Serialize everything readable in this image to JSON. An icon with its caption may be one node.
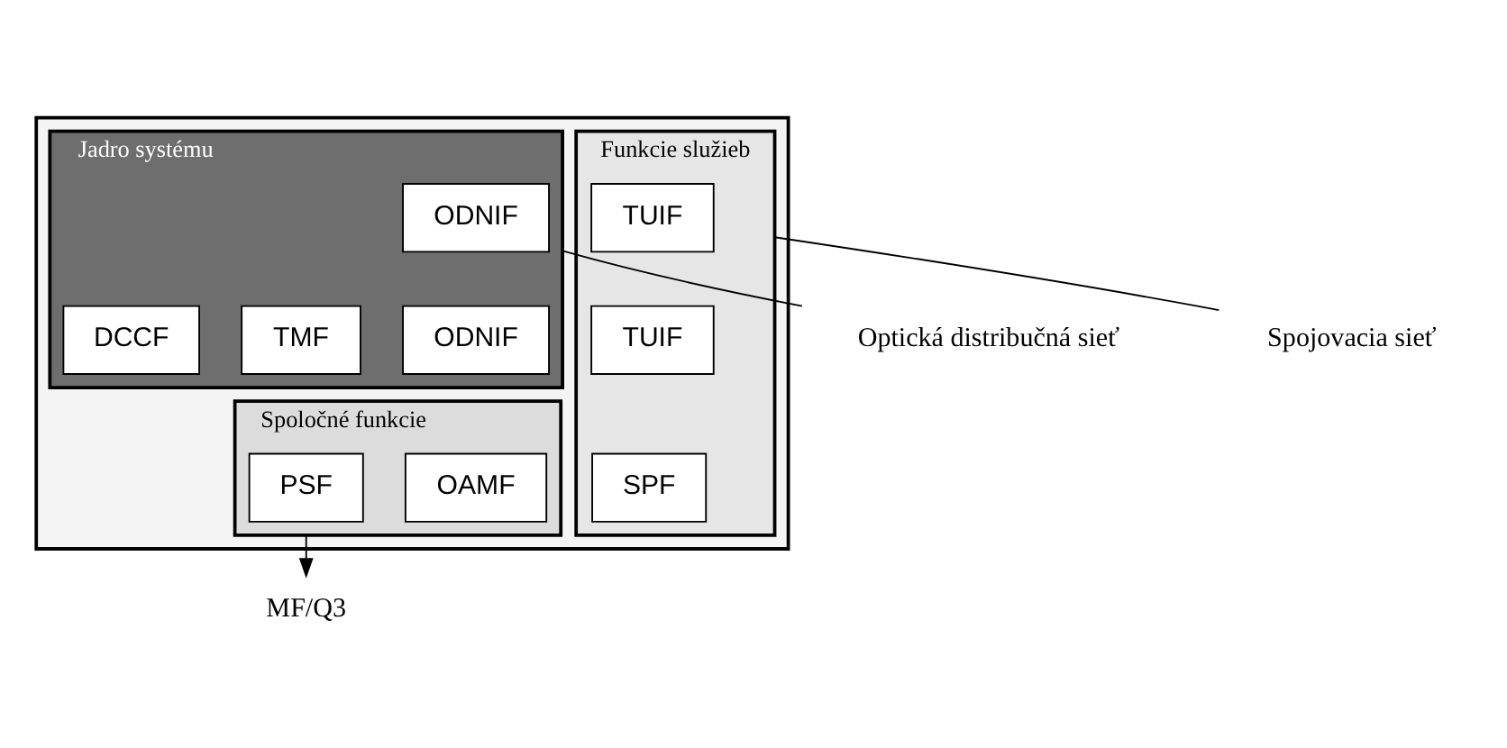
{
  "diagram": {
    "nodes": [
      {
        "text": [],
        "shape": "box"
      },
      {
        "text": [
          "Funkcie služieb"
        ],
        "in": 0
      },
      {
        "text": [
          "TUIF"
        ],
        "in": 1
      },
      {
        "text": [
          "TUIF"
        ],
        "in": 1
      },
      {
        "text": [
          "SPF"
        ],
        "in": 1
      },
      {
        "text": [
          "Jadro systému"
        ],
        "in": 0
      },
      {
        "text": [
          "ODNIF"
        ],
        "in": 5
      },
      {
        "text": [
          "DCCF"
        ],
        "in": 5
      },
      {
        "text": [
          "TMF"
        ],
        "in": 5
      },
      {
        "text": [
          "ODNIF"
        ],
        "in": 5
      },
      {
        "text": [
          "Spoločné funkcie"
        ],
        "in": 0
      },
      {
        "text": [
          "PSF"
        ],
        "in": 10
      },
      {
        "text": [
          "OAMF"
        ],
        "in": 10
      },
      {
        "text": [
          "Spojovacia sieť"
        ]
      },
      {
        "text": [
          "Optická distribučná sieť"
        ]
      },
      {
        "text": [
          "MF/Q3"
        ]
      }
    ],
    "edges": [
      {
        "from": 13,
        "to": 1,
        "arrow": "none"
      },
      {
        "from": 5,
        "to": 14,
        "arrow": "none"
      },
      {
        "from": 10,
        "to": 15,
        "arrow": "to"
      }
    ]
  }
}
